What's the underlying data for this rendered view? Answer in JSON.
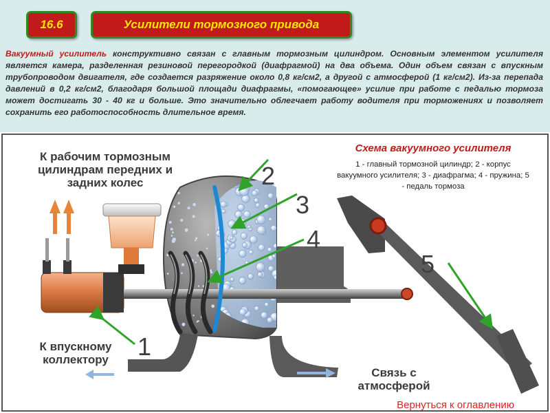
{
  "header": {
    "section_number": "16.6",
    "title": "Усилители тормозного привода"
  },
  "intro": {
    "lead": "Вакуумный усилитель",
    "text": " конструктивно связан с главным тормозным цилиндром. Основным элементом усилителя является камера, разделенная резиновой перегородкой (диафрагмой) на два объема. Один объем связан с впускным трубопроводом двигателя, где создается разряжение около 0,8 кг/см2, а другой с атмосферой (1 кг/см2). Из-за перепада давлений в 0,2 кг/см2, благодаря большой площади диафрагмы, «помогающее» усилие при работе с педалью тормоза может достигать 30 - 40 кг и больше. Это значительно облегчает работу водителя при торможениях и позволяет сохранить его работоспособность длительное время."
  },
  "diagram": {
    "label_wheel_cylinders": "К рабочим тормозным цилиндрам передних и задних колес",
    "label_intake": "К впускному коллектору",
    "label_atmosphere": "Связь с атмосферой",
    "legend_title": "Схема вакуумного усилителя",
    "legend_text": "1 - главный тормозной цилиндр; 2 - корпус вакуумного усилителя; 3 - диафрагма; 4 - пружина; 5 - педаль тормоза",
    "callouts": [
      "1",
      "2",
      "3",
      "4",
      "5"
    ]
  },
  "footer": {
    "back_link": "Вернуться к оглавлению"
  },
  "colors": {
    "accent_red": "#c01a1a",
    "title_yellow": "#ffe600",
    "badge_border": "#2f8a24",
    "arrow_green": "#2fa32a",
    "diaphragm_blue": "#1e88d4",
    "flow_arrow_blue": "#8fb6de",
    "output_arrow_orange": "#e8833a"
  }
}
